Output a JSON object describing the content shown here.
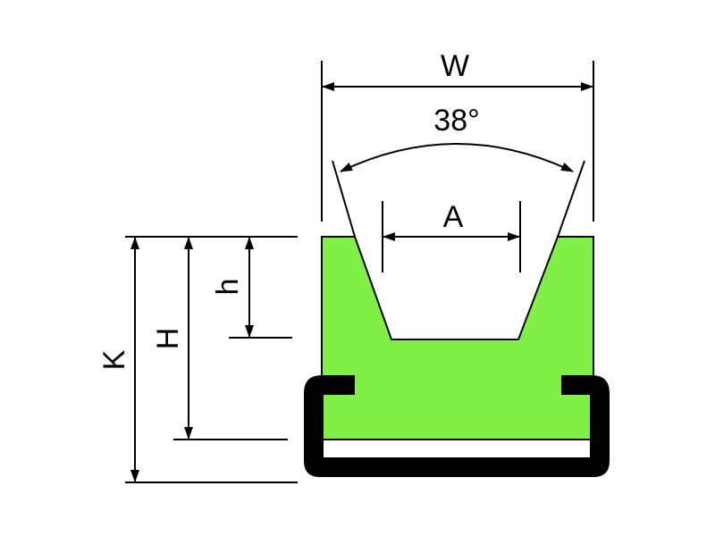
{
  "diagram": {
    "labels": {
      "width": "W",
      "angle": "38°",
      "top_opening": "A",
      "groove_depth": "h",
      "profile_height": "H",
      "total_height": "K"
    },
    "colors": {
      "profile_fill": "#80F046",
      "carrier": "#000000",
      "lines": "#000000",
      "background": "#FFFFFF"
    }
  }
}
